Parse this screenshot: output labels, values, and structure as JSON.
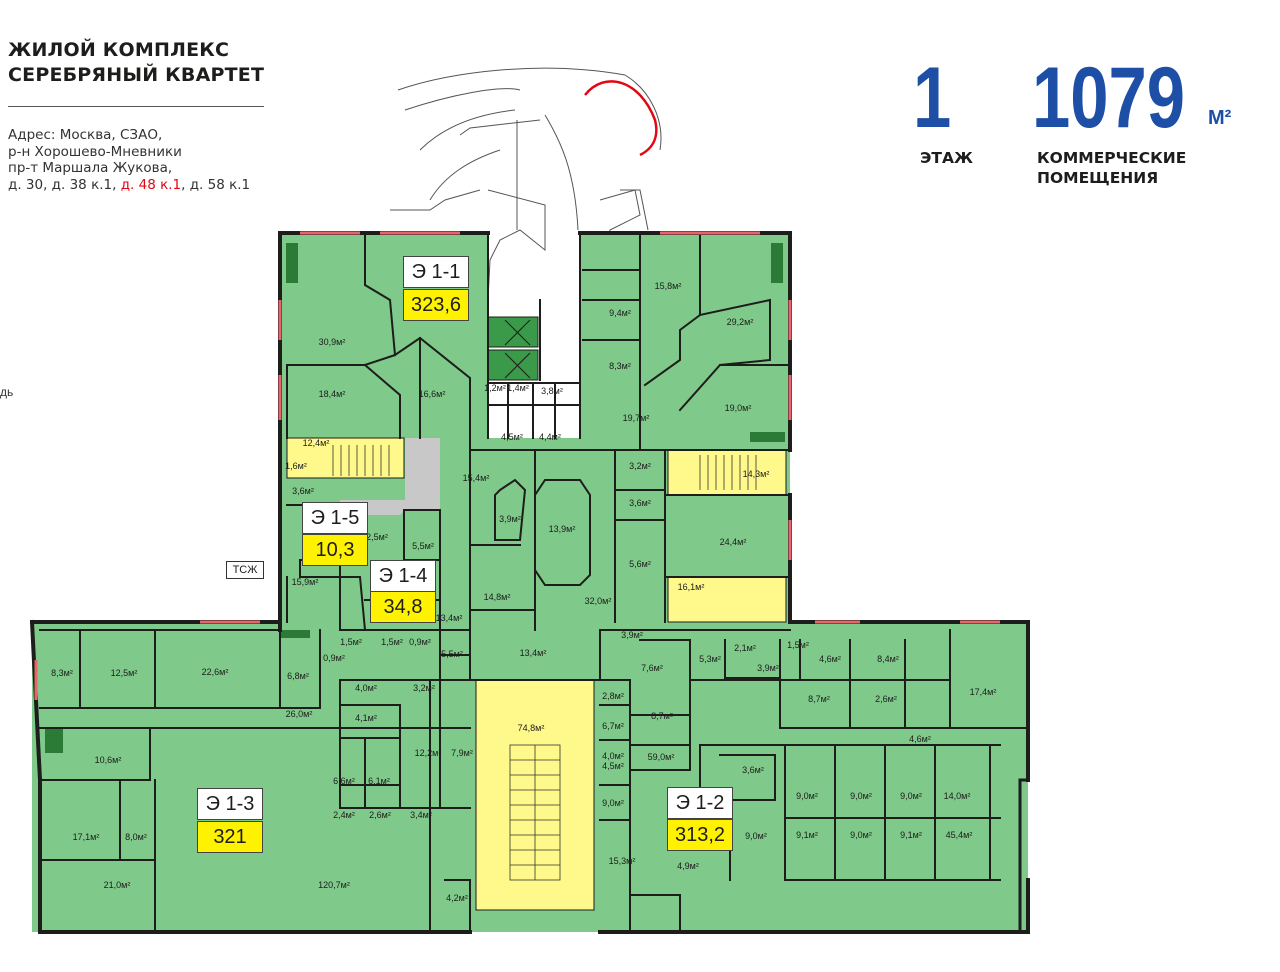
{
  "header": {
    "title_line1": "ЖИЛОЙ КОМПЛЕКС",
    "title_line2": "СЕРЕБРЯНЫЙ КВАРТЕТ",
    "addr_line1": "Адрес: Москва, СЗАО,",
    "addr_line2": "р-н Хорошево-Мневники",
    "addr_line3": "пр-т Маршала Жукова,",
    "addr_line4_a": "д. 30, д. 38 к.1, ",
    "addr_line4_hl": "д. 48 к.1",
    "addr_line4_b": ", д. 58 к.1",
    "side_stub": "дь"
  },
  "stats": {
    "floor": "1",
    "floor_caption": "ЭТАЖ",
    "area": "1079",
    "area_unit": "М²",
    "area_caption_1": "КОММЕРЧЕСКИЕ",
    "area_caption_2": "ПОМЕЩЕНИЯ"
  },
  "colors": {
    "room_green": "#7fc98a",
    "lot_yellow": "#fff200",
    "stair_yellow": "#fff88a",
    "wall": "#1d1d1b",
    "core_gray": "#c8c8c8",
    "accent_blue": "#1c4fa5",
    "highlight_red": "#e30613"
  },
  "lots": [
    {
      "id": "Э 1-1",
      "area": "323,6"
    },
    {
      "id": "Э 1-5",
      "area": "10,3"
    },
    {
      "id": "Э 1-4",
      "area": "34,8"
    },
    {
      "id": "Э 1-3",
      "area": "321"
    },
    {
      "id": "Э 1-2",
      "area": "313,2"
    }
  ],
  "tszh_label": "ТСЖ",
  "room_labels": [
    "30,9м²",
    "18,4м²",
    "16,6м²",
    "12,4м²",
    "1,6м²",
    "3,6м²",
    "2,5м²",
    "5,5м²",
    "15,4м²",
    "3,9м²",
    "13,9м²",
    "14,8м²",
    "13,4м²",
    "15,9м²",
    "4,5м²",
    "4,4м²",
    "1,2м²",
    "1,4м²",
    "3,8м²",
    "9,4м²",
    "8,3м²",
    "15,8м²",
    "29,2м²",
    "19,7м²",
    "19,0м²",
    "3,2м²",
    "3,6м²",
    "14,3м²",
    "24,4м²",
    "5,6м²",
    "32,0м²",
    "16,1м²",
    "1,5м²",
    "1,5м²",
    "0,9м²",
    "0,9м²",
    "5,5м²",
    "13,4м²",
    "8,3м²",
    "12,5м²",
    "22,6м²",
    "6,8м²",
    "26,0м²",
    "4,0м²",
    "3,2м²",
    "4,1м²",
    "10,6м²",
    "6,6м²",
    "6,1м²",
    "12,2м²",
    "7,9м²",
    "2,4м²",
    "2,6м²",
    "3,4м²",
    "17,1м²",
    "8,0м²",
    "21,0м²",
    "120,7м²",
    "4,2м²",
    "74,8м²",
    "3,9м²",
    "7,6м²",
    "5,3м²",
    "2,1м²",
    "1,5м²",
    "3,9м²",
    "4,6м²",
    "8,4м²",
    "17,4м²",
    "2,8м²",
    "6,7м²",
    "8,7м²",
    "8,7м²",
    "2,6м²",
    "4,0м²",
    "59,0м²",
    "4,6м²",
    "4,5м²",
    "3,6м²",
    "9,0м²",
    "9,0м²",
    "9,0м²",
    "9,0м²",
    "14,0м²",
    "15,3м²",
    "9,0м²",
    "9,1м²",
    "9,0м²",
    "9,1м²",
    "45,4м²",
    "4,9м²"
  ]
}
